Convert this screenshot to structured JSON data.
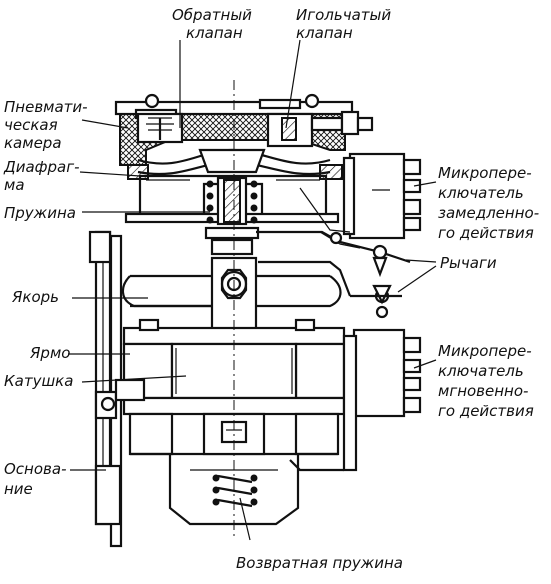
{
  "labels": {
    "check_valve": [
      "Обратный",
      "клапан"
    ],
    "needle_valve": [
      "Игольчатый",
      "клапан"
    ],
    "pneumatic_chamber": [
      "Пневмати-",
      "ческая",
      "камера"
    ],
    "diaphragm": [
      "Диафраг-",
      "ма"
    ],
    "spring": "Пружина",
    "armature": "Якорь",
    "yoke": "Ярмо",
    "coil": "Катушка",
    "base": [
      "Основа-",
      "ние"
    ],
    "delayed_switch": [
      "Микропере-",
      "ключатель",
      "замедленно-",
      "го действия"
    ],
    "levers": "Рычаги",
    "instant_switch": [
      "Микропере-",
      "ключатель",
      "мгновенно-",
      "го действия"
    ],
    "return_spring": "Возвратная пружина"
  }
}
